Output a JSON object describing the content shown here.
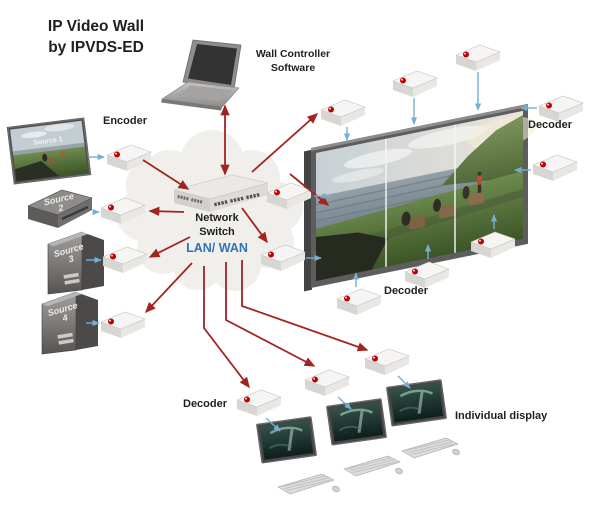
{
  "title": {
    "line1": "IP Video Wall",
    "line2": "by IPVDS-ED"
  },
  "laptop": {
    "label_line1": "Wall Controller",
    "label_line2": "Software"
  },
  "encoder_label": "Encoder",
  "network": {
    "line1": "Network",
    "line2": "Switch",
    "lan_wan": "LAN/ WAN"
  },
  "decoder_labels": {
    "right": "Decoder",
    "below_wall": "Decoder",
    "bottom": "Decoder"
  },
  "individual_display_label": "Individual display",
  "sources": {
    "s1": "Source 1",
    "s2_line1": "Source",
    "s2_line2": "2",
    "s3_line1": "Source",
    "s3_line2": "3",
    "s4_line1": "Source",
    "s4_line2": "4"
  },
  "colors": {
    "arrow_red": "#a12421",
    "arrow_blue": "#76aed4",
    "lan_wan_blue": "#2e74b5",
    "device_logo_red": "#c00000",
    "cloud_gray": "#f1efec"
  }
}
